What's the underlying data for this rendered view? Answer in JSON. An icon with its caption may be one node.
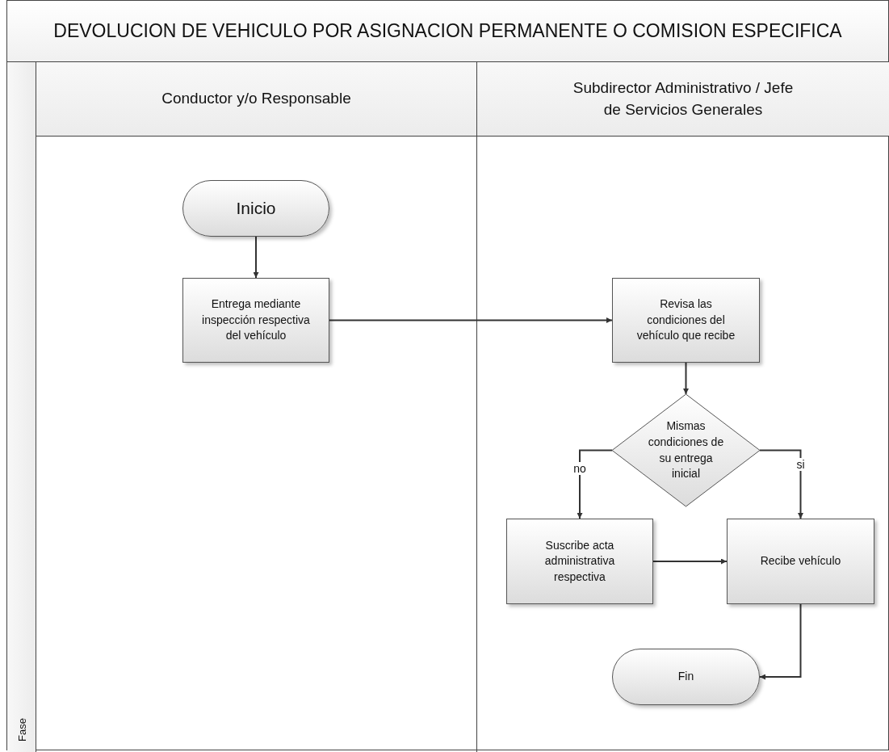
{
  "diagram": {
    "title": "DEVOLUCION DE VEHICULO POR ASIGNACION PERMANENTE O COMISION ESPECIFICA",
    "nodes": [
      {
        "text": [
          "Fase"
        ]
      },
      {
        "text": [
          "Conductor y/o Responsable"
        ]
      },
      {
        "text": [
          "Subdirector Administrativo / Jefe de Servicios Generales"
        ]
      },
      {
        "text": [
          "Inicio"
        ],
        "in": 1
      },
      {
        "text": [
          "Entrega mediante inspección respectiva del vehículo"
        ],
        "in": 1
      },
      {
        "text": [
          "Revisa las condiciones del vehículo que recibe"
        ],
        "in": 2
      },
      {
        "text": [
          "Mismas condiciones de su entrega inicial"
        ],
        "in": 2
      },
      {
        "text": [
          "Suscribe acta administrativa respectiva"
        ],
        "in": 2
      },
      {
        "text": [
          "Recibe vehículo"
        ],
        "in": 2
      },
      {
        "text": [
          "Fin"
        ],
        "in": 2
      }
    ],
    "edges": [
      {
        "from": 3,
        "to": 4,
        "arrow": "to"
      },
      {
        "from": 4,
        "to": 5,
        "arrow": "to"
      },
      {
        "from": 5,
        "to": 6,
        "arrow": "to"
      },
      {
        "from": 6,
        "to": 7,
        "arrow": "to",
        "label": "no"
      },
      {
        "from": 6,
        "to": 8,
        "arrow": "to",
        "label": "si"
      },
      {
        "from": 7,
        "to": 8,
        "arrow": "to"
      },
      {
        "from": 8,
        "to": 9,
        "arrow": "to"
      }
    ]
  }
}
